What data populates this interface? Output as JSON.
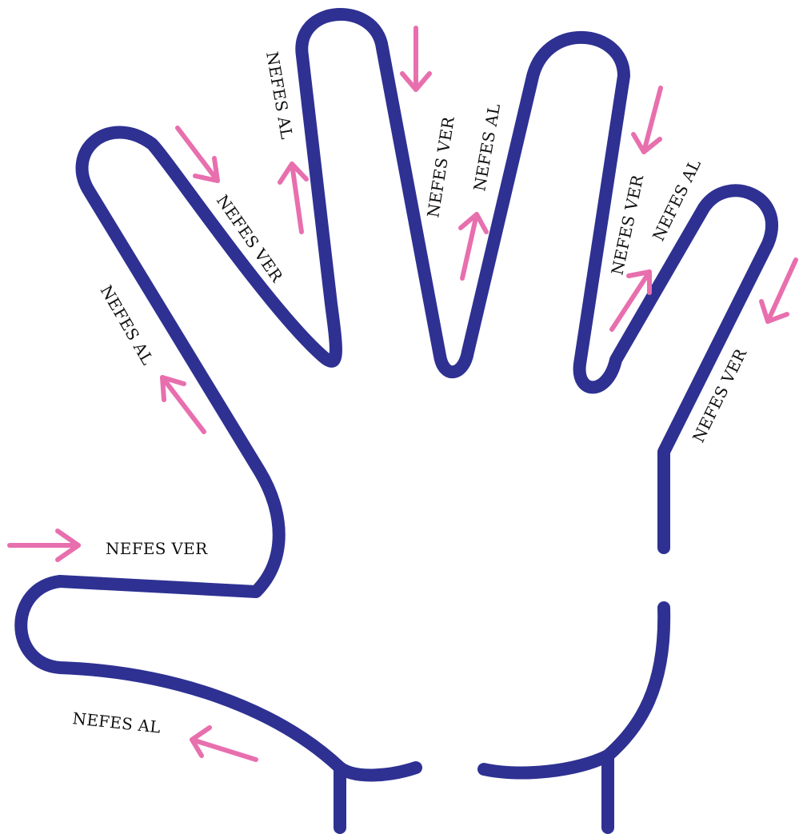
{
  "colors": {
    "outline": "#2E3192",
    "arrow": "#E86FAE",
    "label": "#111111",
    "background": "#FFFFFF"
  },
  "labels": {
    "inhale": "NEFES AL",
    "exhale": "NEFES VER"
  },
  "icons": {
    "hand": "hand-outline",
    "arrow": "arrow"
  }
}
